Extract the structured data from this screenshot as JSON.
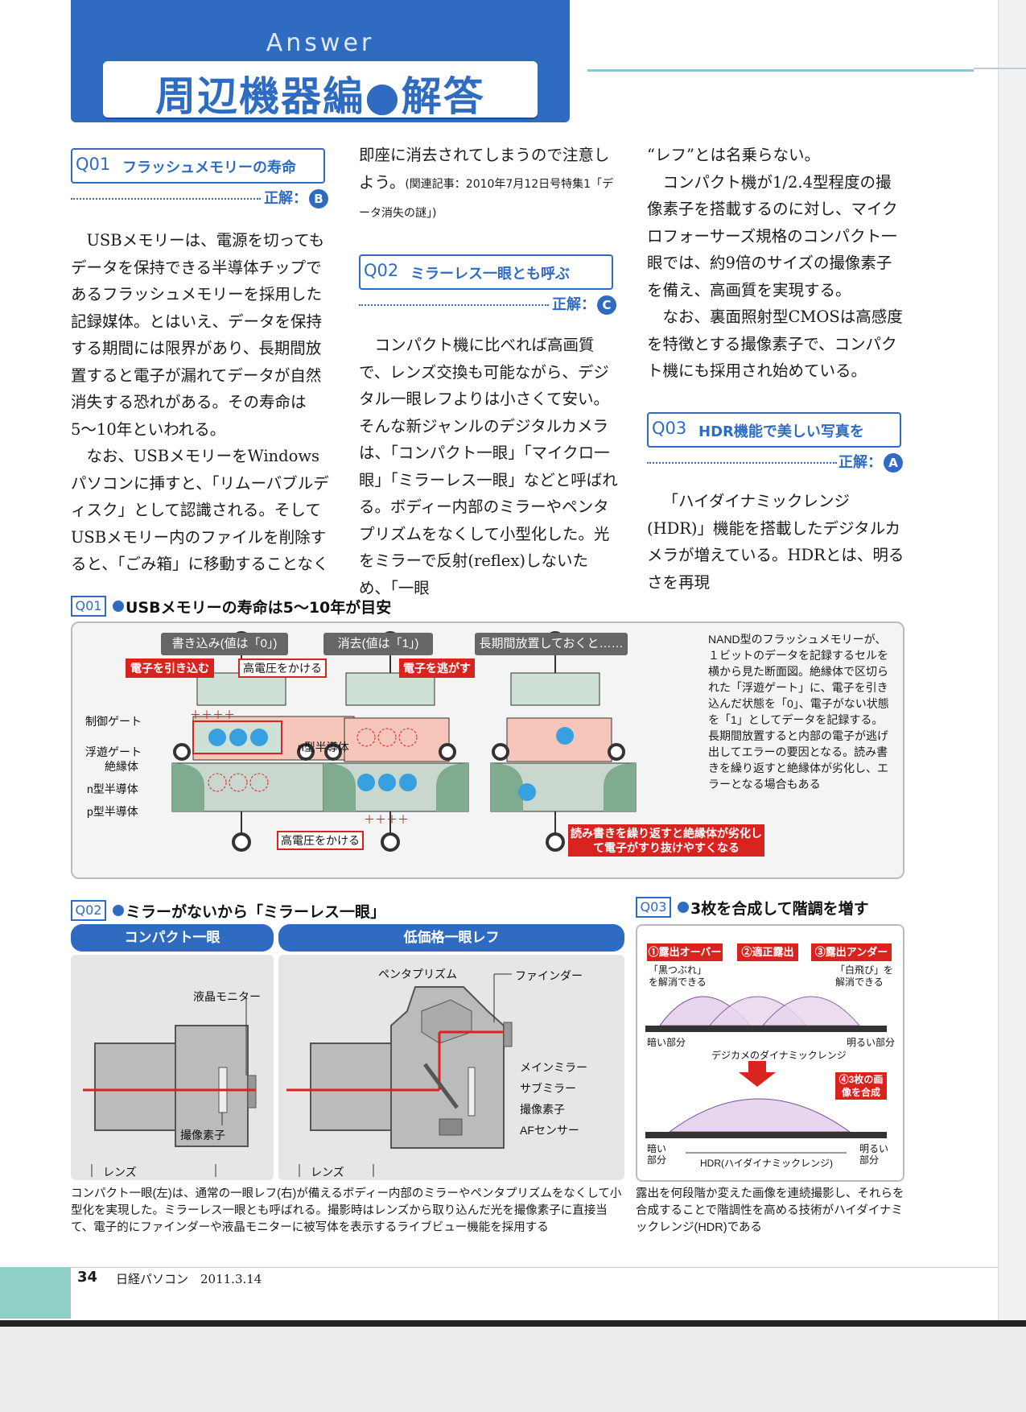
{
  "header": {
    "answer": "Answer",
    "title": "周辺機器編●解答"
  },
  "q01": {
    "num": "Q01",
    "title": "フラッシュメモリーの寿命",
    "answer_label": "正解：",
    "answer": "B",
    "paragraphs": [
      "USBメモリーは、電源を切ってもデータを保持できる半導体チップであるフラッシュメモリーを採用した記録媒体。とはいえ、データを保持する期間には限界があり、長期間放置すると電子が漏れてデータが自然消失する恐れがある。その寿命は5〜10年といわれる。",
      "なお、USBメモリーをWindowsパソコンに挿すと、「リムーバブルディスク」として認識される。そしてUSBメモリー内のファイルを削除すると、「ごみ箱」に移動することなく"
    ]
  },
  "col2_top": {
    "text": "即座に消去されてしまうので注意しよう。",
    "ref": "(関連記事：2010年7月12日号特集1「データ消失の謎」)"
  },
  "q02": {
    "num": "Q02",
    "title": "ミラーレス一眼とも呼ぶ",
    "answer_label": "正解：",
    "answer": "C",
    "paragraphs": [
      "コンパクト機に比べれば高画質で、レンズ交換も可能ながら、デジタル一眼レフよりは小さくて安い。そんな新ジャンルのデジタルカメラは、「コンパクト一眼」「マイクロ一眼」「ミラーレス一眼」などと呼ばれる。ボディー内部のミラーやペンタプリズムをなくして小型化した。光をミラーで反射(reflex)しないため、「一眼"
    ]
  },
  "col3_top": [
    "レフ”とは名乗らない。",
    "コンパクト機が1/2.4型程度の撮像素子を搭載するのに対し、マイクロフォーサーズ規格のコンパクト一眼では、約9倍のサイズの撮像素子を備え、高画質を実現する。",
    "なお、裏面照射型CMOSは高感度を特徴とする撮像素子で、コンパクト機にも採用され始めている。"
  ],
  "col3_quote": "“",
  "q03": {
    "num": "Q03",
    "title": "HDR機能で美しい写真を",
    "answer_label": "正解：",
    "answer": "A",
    "paragraphs": [
      "「ハイダイナミックレンジ(HDR)」機能を搭載したデジタルカメラが増えている。HDRとは、明るさを再現"
    ]
  },
  "fig1": {
    "tag": "Q01",
    "title": "USBメモリーの寿命は5〜10年が目安",
    "heads": [
      "書き込み(値は「0」)",
      "消去(値は「1」)",
      "長期間放置しておくと……"
    ],
    "red_pull": "電子を引き込む",
    "high_v1": "高電圧をかける",
    "red_release": "電子を逃がす",
    "high_v2": "高電圧をかける",
    "labels": [
      "制御ゲート",
      "浮遊ゲート",
      "絶縁体",
      "n型半導体",
      "p型半導体"
    ],
    "n_label": "n型半導体",
    "plus": "＋＋＋＋",
    "warn": "読み書きを繰り返すと絶縁体が劣化して電子がすり抜けやすくなる",
    "desc": "NAND型のフラッシュメモリーが、１ビットのデータを記録するセルを横から見た断面図。絶縁体で区切られた「浮遊ゲート」に、電子を引き込んだ状態を「0」、電子がない状態を「1」としてデータを記録する。長期間放置すると内部の電子が逃げ出してエラーの要因となる。読み書きを繰り返すと絶縁体が劣化し、エラーとなる場合もある"
  },
  "fig2": {
    "tag": "Q02",
    "title": "ミラーがないから「ミラーレス一眼」",
    "tab_left": "コンパクト一眼",
    "tab_right": "低価格一眼レフ",
    "lcd": "液晶モニター",
    "sensor": "撮像素子",
    "lens": "レンズ",
    "prism": "ペンタプリズム",
    "finder": "ファインダー",
    "main_mirror": "メインミラー",
    "sub_mirror": "サブミラー",
    "sensor2": "撮像素子",
    "af": "AFセンサー",
    "lens2": "レンズ",
    "caption": "コンパクト一眼(左)は、通常の一眼レフ(右)が備えるボディー内部のミラーやペンタプリズムをなくして小型化を実現した。ミラーレス一眼とも呼ばれる。撮影時はレンズから取り込んだ光を撮像素子に直接当て、電子的にファインダーや液晶モニターに被写体を表示するライブビュー機能を採用する"
  },
  "fig3": {
    "tag": "Q03",
    "title": "3枚を合成して階調を増す",
    "over": "①露出オーバー",
    "proper": "②適正露出",
    "under": "③露出アンダー",
    "over_note": "「黒つぶれ」を解消できる",
    "under_note": "「白飛び」を解消できる",
    "dark": "暗い部分",
    "bright": "明るい部分",
    "range": "デジカメのダイナミックレンジ",
    "compose": "④3枚の画像を合成",
    "dark2": "暗い部分",
    "bright2": "明るい部分",
    "hdr": "HDR(ハイダイナミックレンジ)",
    "caption": "露出を何段階か変えた画像を連続撮影し、それらを合成することで階調性を高める技術がハイダイナミックレンジ(HDR)である"
  },
  "footer": {
    "page": "34",
    "magazine": "日経パソコン　2011.3.14"
  },
  "colors": {
    "accent": "#2f6cc1",
    "red": "#d8231f",
    "teal": "#8fcfc8"
  }
}
